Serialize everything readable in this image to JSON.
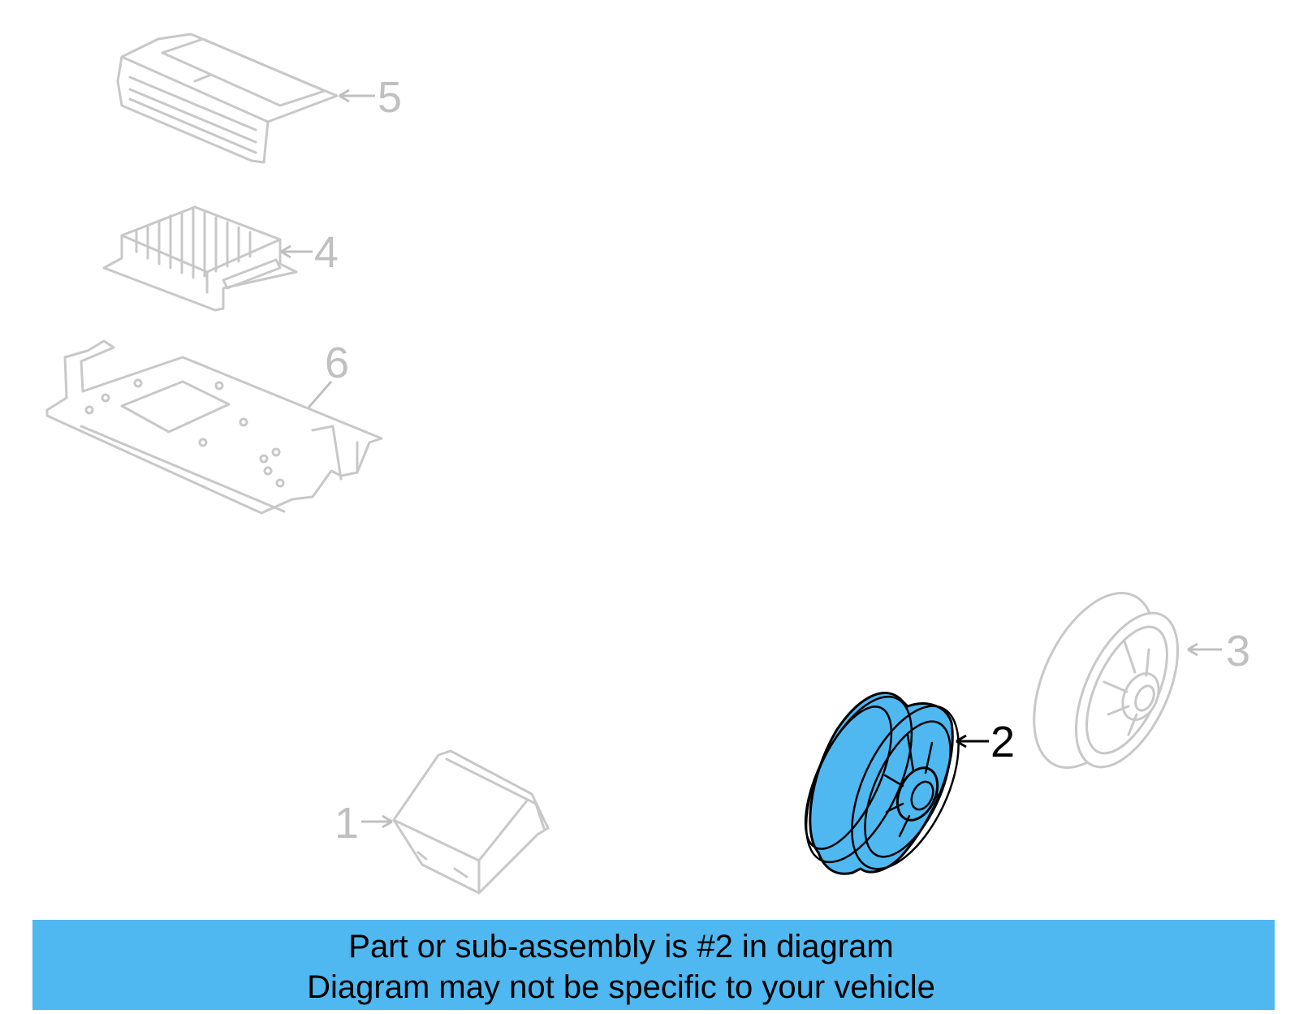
{
  "callouts": {
    "c1": "1",
    "c2": "2",
    "c3": "3",
    "c4": "4",
    "c5": "5",
    "c6": "6"
  },
  "highlighted_part": "2",
  "colors": {
    "highlight": "#4fb8f0",
    "ghost": "#c8c8c8",
    "banner": "#4fb8f0"
  },
  "banner": {
    "line1": "Part or sub-assembly is #2 in diagram",
    "line2": "Diagram may not be specific to your vehicle"
  }
}
